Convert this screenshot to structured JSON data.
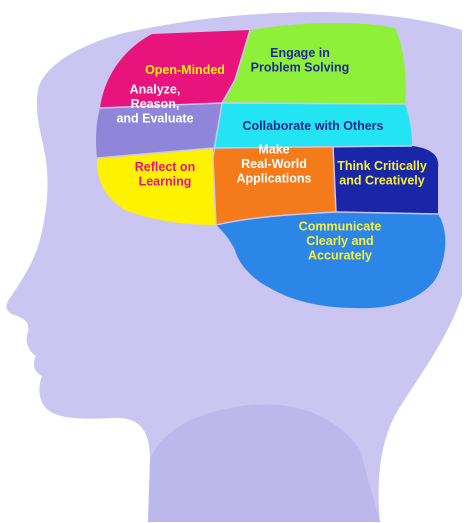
{
  "colors": {
    "head_fill": "#cac6f1",
    "head_shadow": "#aca6e6",
    "background": "#ffffff"
  },
  "segments": [
    {
      "key": "open_minded",
      "lines": [
        "Open-Minded"
      ],
      "fill": "#e8137d",
      "text_color": "#fff200"
    },
    {
      "key": "engage",
      "lines": [
        "Engage in",
        "Problem Solving"
      ],
      "fill": "#8ff03a",
      "text_color": "#1d2b8e"
    },
    {
      "key": "analyze",
      "lines": [
        "Analyze,",
        "Reason,",
        "and Evaluate"
      ],
      "fill": "#8f86d9",
      "text_color": "#ffffff"
    },
    {
      "key": "collaborate",
      "lines": [
        "Collaborate with Others"
      ],
      "fill": "#23e4f2",
      "text_color": "#1d2b8e"
    },
    {
      "key": "reflect",
      "lines": [
        "Reflect on",
        "Learning"
      ],
      "fill": "#fff200",
      "text_color": "#e8137d"
    },
    {
      "key": "real_world",
      "lines": [
        "Make",
        "Real-World",
        "Applications"
      ],
      "fill": "#f47a1a",
      "text_color": "#ffffff"
    },
    {
      "key": "think",
      "lines": [
        "Think Critically",
        "and Creatively"
      ],
      "fill": "#1a26a8",
      "text_color": "#f7f03a"
    },
    {
      "key": "communicate",
      "lines": [
        "Communicate",
        "Clearly and",
        "Accurately"
      ],
      "fill": "#2c86e8",
      "text_color": "#f7f03a"
    }
  ]
}
